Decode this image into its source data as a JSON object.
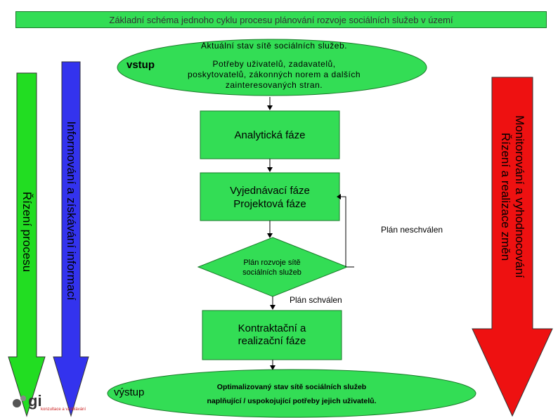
{
  "title": "Základní schéma jednoho cyklu procesu plánování rozvoje sociálních služeb v území",
  "colors": {
    "title_bg": "#33dd55",
    "shape_green": "#33dd55",
    "left_arrow": "#22dd22",
    "mid_arrow": "#3333ee",
    "right_arrow": "#ee1111"
  },
  "input": {
    "vstup_label": "vstup",
    "ellipse_line1": "Aktuální stav sítě sociálních služeb.",
    "ellipse_line2": "Potřeby uživatelů, zadavatelů,",
    "ellipse_line3": "poskytovatelů, zákonných norem a dalších",
    "ellipse_line4": "zainteresovaných stran."
  },
  "steps": {
    "analytic": "Analytická fáze",
    "negotiation_line1": "Vyjednávací fáze",
    "negotiation_line2": "Projektová fáze",
    "decision_line1": "Plán rozvoje sítě",
    "decision_line2": "sociálních služeb",
    "rejected": "Plán neschválen",
    "approved": "Plán schválen",
    "contract_line1": "Kontraktační a",
    "contract_line2": "realizační fáze"
  },
  "output": {
    "vystup_label": "výstup",
    "ellipse_line1": "Optimalizovaný stav sítě sociálních služeb",
    "ellipse_line2": "naplňující / uspokojující potřeby jejich uživatelů."
  },
  "side_arrows": {
    "left": "Řízení procesu",
    "middle": "Informování a získávání informací",
    "right_line1": "Monitorování a vyhodnocování",
    "right_line2": "Řízení a realizace změn"
  },
  "logo": {
    "text": "gi",
    "subtext": "konzultace a vzdělávání"
  }
}
